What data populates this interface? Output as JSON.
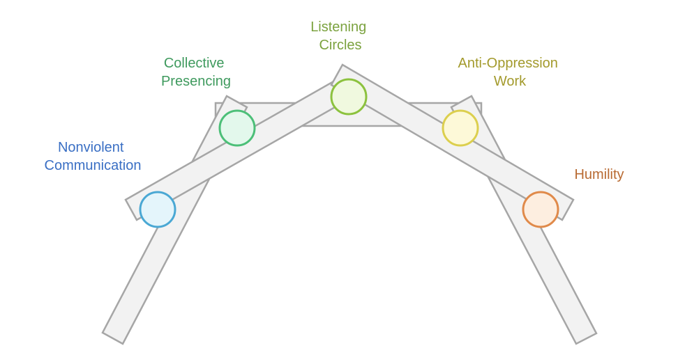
{
  "nodes": [
    {
      "id": "nonviolent-communication",
      "lines": [
        "Nonviolent",
        "Communication"
      ],
      "text_color": "#3a6fc4",
      "stroke_color": "#4aa8d4",
      "fill_color": "#e4f5fb"
    },
    {
      "id": "collective-presencing",
      "lines": [
        "Collective",
        "Presencing"
      ],
      "text_color": "#3f9a5e",
      "stroke_color": "#4cbf78",
      "fill_color": "#e3f8ec"
    },
    {
      "id": "listening-circles",
      "lines": [
        "Listening",
        "Circles"
      ],
      "text_color": "#7ba23f",
      "stroke_color": "#8cc23e",
      "fill_color": "#f0f9df"
    },
    {
      "id": "anti-oppression-work",
      "lines": [
        "Anti-Oppression",
        "Work"
      ],
      "text_color": "#a39a2c",
      "stroke_color": "#dccf4e",
      "fill_color": "#fdf9d8"
    },
    {
      "id": "humility",
      "lines": [
        "Humility"
      ],
      "text_color": "#b86a32",
      "stroke_color": "#e08a4a",
      "fill_color": "#fdeee0"
    }
  ],
  "colors": {
    "beam_fill": "#f2f2f2",
    "beam_stroke": "#a6a6a6"
  }
}
